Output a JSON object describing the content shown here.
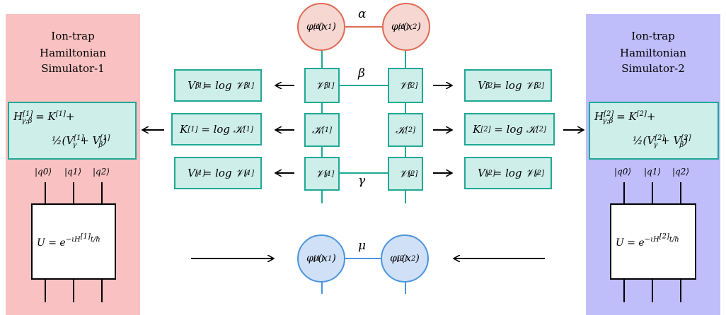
{
  "left_panel": {
    "title_lines": [
      "Ion-trap",
      "Hamiltonian",
      "Simulator-1"
    ],
    "hamiltonian_line1": "H^[1]_γ;β = K^[1] +",
    "hamiltonian_line2": "1/2 (V^[1]_γ + V^[1]_β)",
    "qubits": [
      "|q0⟩",
      "|q1⟩",
      "|q2⟩"
    ],
    "unitary": "U = e^(−ιH^[1]_γ;β t / ħ)"
  },
  "right_panel": {
    "title_lines": [
      "Ion-trap",
      "Hamiltonian",
      "Simulator-2"
    ],
    "hamiltonian_line1": "H^[2]_γ;β = K^[2] +",
    "hamiltonian_line2": "1/2 (V^[2]_γ + V^[2]_β)",
    "qubits": [
      "|q0⟩",
      "|q1⟩",
      "|q2⟩"
    ],
    "unitary": "U = e^(−ιH^[2]_γ;β t / ħ)"
  },
  "nodes": {
    "phi1": "φ^[1]_α(x1)",
    "phi2": "φ^[1]_α(x2)",
    "varphi1": "φ^[1]_μ(x1)",
    "varphi2": "φ^[2]_μ(x2)"
  },
  "bonds": {
    "alpha": "α",
    "beta": "β",
    "gamma": "γ",
    "mu": "μ"
  },
  "tensors": {
    "Vb1": "V^[1]_β",
    "Vb2": "V^[2]_β",
    "K1": "K^[1]",
    "K2": "K^[2]",
    "Vg1": "V^[1]_γ",
    "Vg2": "V^[2]_γ"
  },
  "logs": {
    "Vb1": "V^[1]_β = log V^[1]_β",
    "K1": "K^[1] = log K^[1]",
    "Vg1": "V^[1]_γ = log V^[1]_γ",
    "Vb2": "V^[2]_β = log V^[2]_β",
    "K2": "K^[2] = log K^[2]",
    "Vg2": "V^[2]_γ = log V^[2]_γ"
  },
  "colors": {
    "left_panel": "#f9c1c1",
    "right_panel": "#bfbdfa",
    "teal": "#20a896",
    "teal_fill": "#cdeee9",
    "red": "#de6a55",
    "blue": "#4b95dd"
  }
}
